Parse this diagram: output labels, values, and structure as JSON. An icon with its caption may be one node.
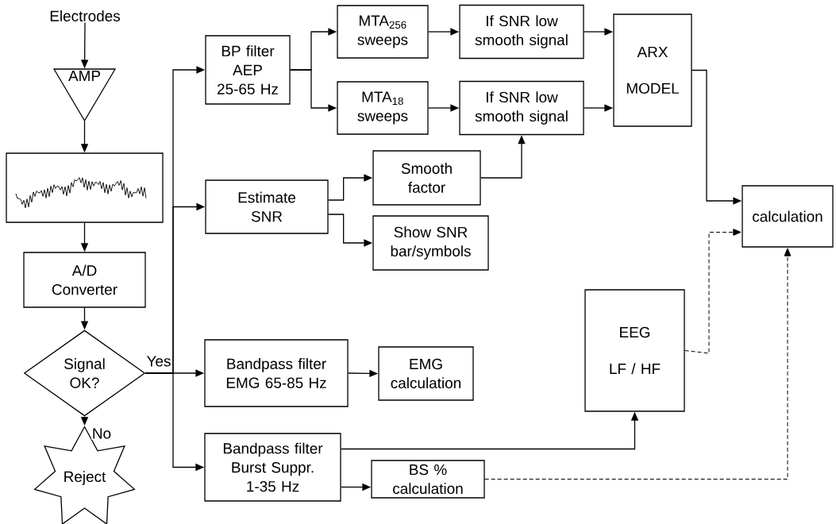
{
  "diagram": {
    "nodes": [
      {
        "text": [
          "Electrodes"
        ]
      },
      {
        "text": [
          "AMP"
        ]
      },
      {
        "text": [],
        "shape": "picture"
      },
      {
        "text": [
          "A/D Converter"
        ]
      },
      {
        "text": [
          "Signal OK?"
        ]
      },
      {
        "text": [
          "Reject"
        ]
      },
      {
        "text": [
          "BP filter AEP 25-65 Hz"
        ]
      },
      {
        "text": [
          "MTA$_{256}$ sweeps"
        ]
      },
      {
        "text": [
          "MTA$_{18}$ sweeps"
        ]
      },
      {
        "text": [
          "If SNR low smooth signal"
        ]
      },
      {
        "text": [
          "If SNR low smooth signal"
        ]
      },
      {
        "text": [
          "ARX",
          "MODEL"
        ]
      },
      {
        "text": [
          "Estimate SNR"
        ]
      },
      {
        "text": [
          "Smooth factor"
        ]
      },
      {
        "text": [
          "Show SNR bar/symbols"
        ]
      },
      {
        "text": [
          "calculation"
        ]
      },
      {
        "text": [
          "EEG",
          "LF / HF"
        ]
      },
      {
        "text": [
          "Bandpass filter EMG 65-85 Hz"
        ]
      },
      {
        "text": [
          "EMG calculation"
        ]
      },
      {
        "text": [
          "Bandpass filter Burst Suppr. 1-35 Hz"
        ]
      },
      {
        "text": [
          "BS % calculation"
        ]
      }
    ],
    "edges": [
      {
        "from": 0,
        "to": 1,
        "arrow": "to"
      },
      {
        "from": 1,
        "to": 2,
        "arrow": "to"
      },
      {
        "from": 2,
        "to": 3,
        "arrow": "to"
      },
      {
        "from": 3,
        "to": 4,
        "arrow": "to"
      },
      {
        "from": 4,
        "to": 5,
        "arrow": "to",
        "label": "No"
      },
      {
        "from": 4,
        "to": 6,
        "arrow": "to"
      },
      {
        "from": 4,
        "to": 12,
        "arrow": "to"
      },
      {
        "from": 4,
        "to": 17,
        "arrow": "to",
        "label": "Yes"
      },
      {
        "from": 4,
        "to": 19,
        "arrow": "to"
      },
      {
        "from": 6,
        "to": 7,
        "arrow": "to"
      },
      {
        "from": 6,
        "to": 8,
        "arrow": "to"
      },
      {
        "from": 7,
        "to": 9,
        "arrow": "to"
      },
      {
        "from": 8,
        "to": 10,
        "arrow": "to"
      },
      {
        "from": 9,
        "to": 11,
        "arrow": "to"
      },
      {
        "from": 10,
        "to": 11,
        "arrow": "to"
      },
      {
        "from": 12,
        "to": 13,
        "arrow": "to"
      },
      {
        "from": 12,
        "to": 14,
        "arrow": "to"
      },
      {
        "from": 13,
        "to": 10,
        "arrow": "to"
      },
      {
        "from": 11,
        "to": 15,
        "arrow": "to"
      },
      {
        "from": 16,
        "to": 15,
        "arrow": "to",
        "style": "dashed"
      },
      {
        "from": 20,
        "to": 15,
        "arrow": "to",
        "style": "dashed"
      },
      {
        "from": 17,
        "to": 18,
        "arrow": "to"
      },
      {
        "from": 19,
        "to": 16,
        "arrow": "to"
      },
      {
        "from": 19,
        "to": 20,
        "arrow": "to"
      }
    ]
  }
}
